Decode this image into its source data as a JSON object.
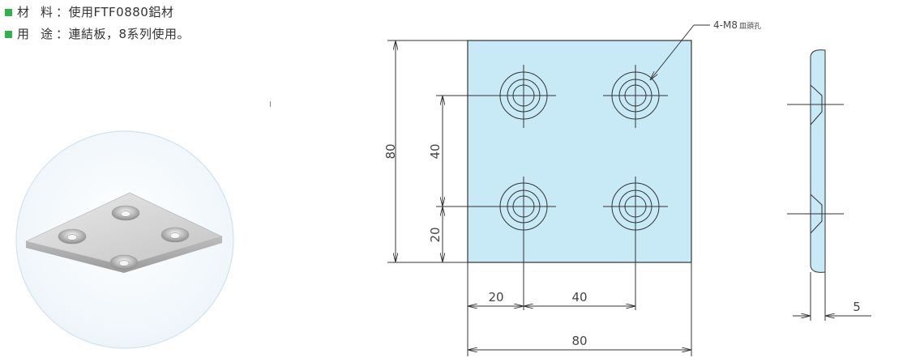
{
  "spec": {
    "material_key": "材料",
    "material_value": "：使用FTF0880鋁材",
    "usage_key": "用途",
    "usage_value": "：連結板，8系列使用。"
  },
  "drawing": {
    "callout": "4-M8",
    "callout_suffix": "皿頭孔",
    "dims": {
      "height_total": "80",
      "hole_spacing_v": "40",
      "edge_offset_v": "20",
      "edge_offset_h": "20",
      "hole_spacing_h": "40",
      "width_total": "80",
      "thickness": "5"
    }
  },
  "colors": {
    "plate_fill": "#c8eaf7",
    "line": "#333333",
    "bullet": "#2fb24a"
  }
}
